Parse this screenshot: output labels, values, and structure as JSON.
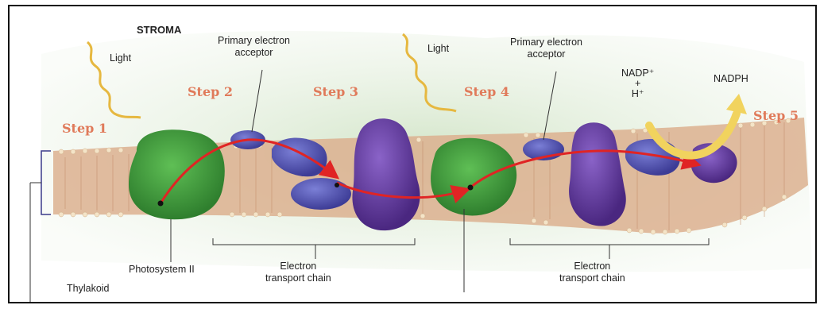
{
  "labels": {
    "stroma": "STROMA",
    "light_1": "Light",
    "light_2": "Light",
    "primary_acceptor_1": [
      "Primary electron",
      "acceptor"
    ],
    "primary_acceptor_2": [
      "Primary electron",
      "acceptor"
    ],
    "nadp": [
      "NADP⁺",
      "+",
      "H⁺"
    ],
    "nadph": "NADPH",
    "photosystem_ii": "Photosystem II",
    "etc_1": [
      "Electron",
      "transport chain"
    ],
    "etc_2": [
      "Electron",
      "transport chain"
    ],
    "thylakoid": "Thylakoid"
  },
  "steps": [
    "Step 1",
    "Step 2",
    "Step 3",
    "Step 4",
    "Step 5"
  ],
  "colors": {
    "photosystem": "#3f9a3c",
    "protein": "#6a3fa0",
    "electron_path": "#e02424",
    "light_wave": "#e6b840",
    "membrane": "#d9a882",
    "step_text": "#e07a5a"
  }
}
